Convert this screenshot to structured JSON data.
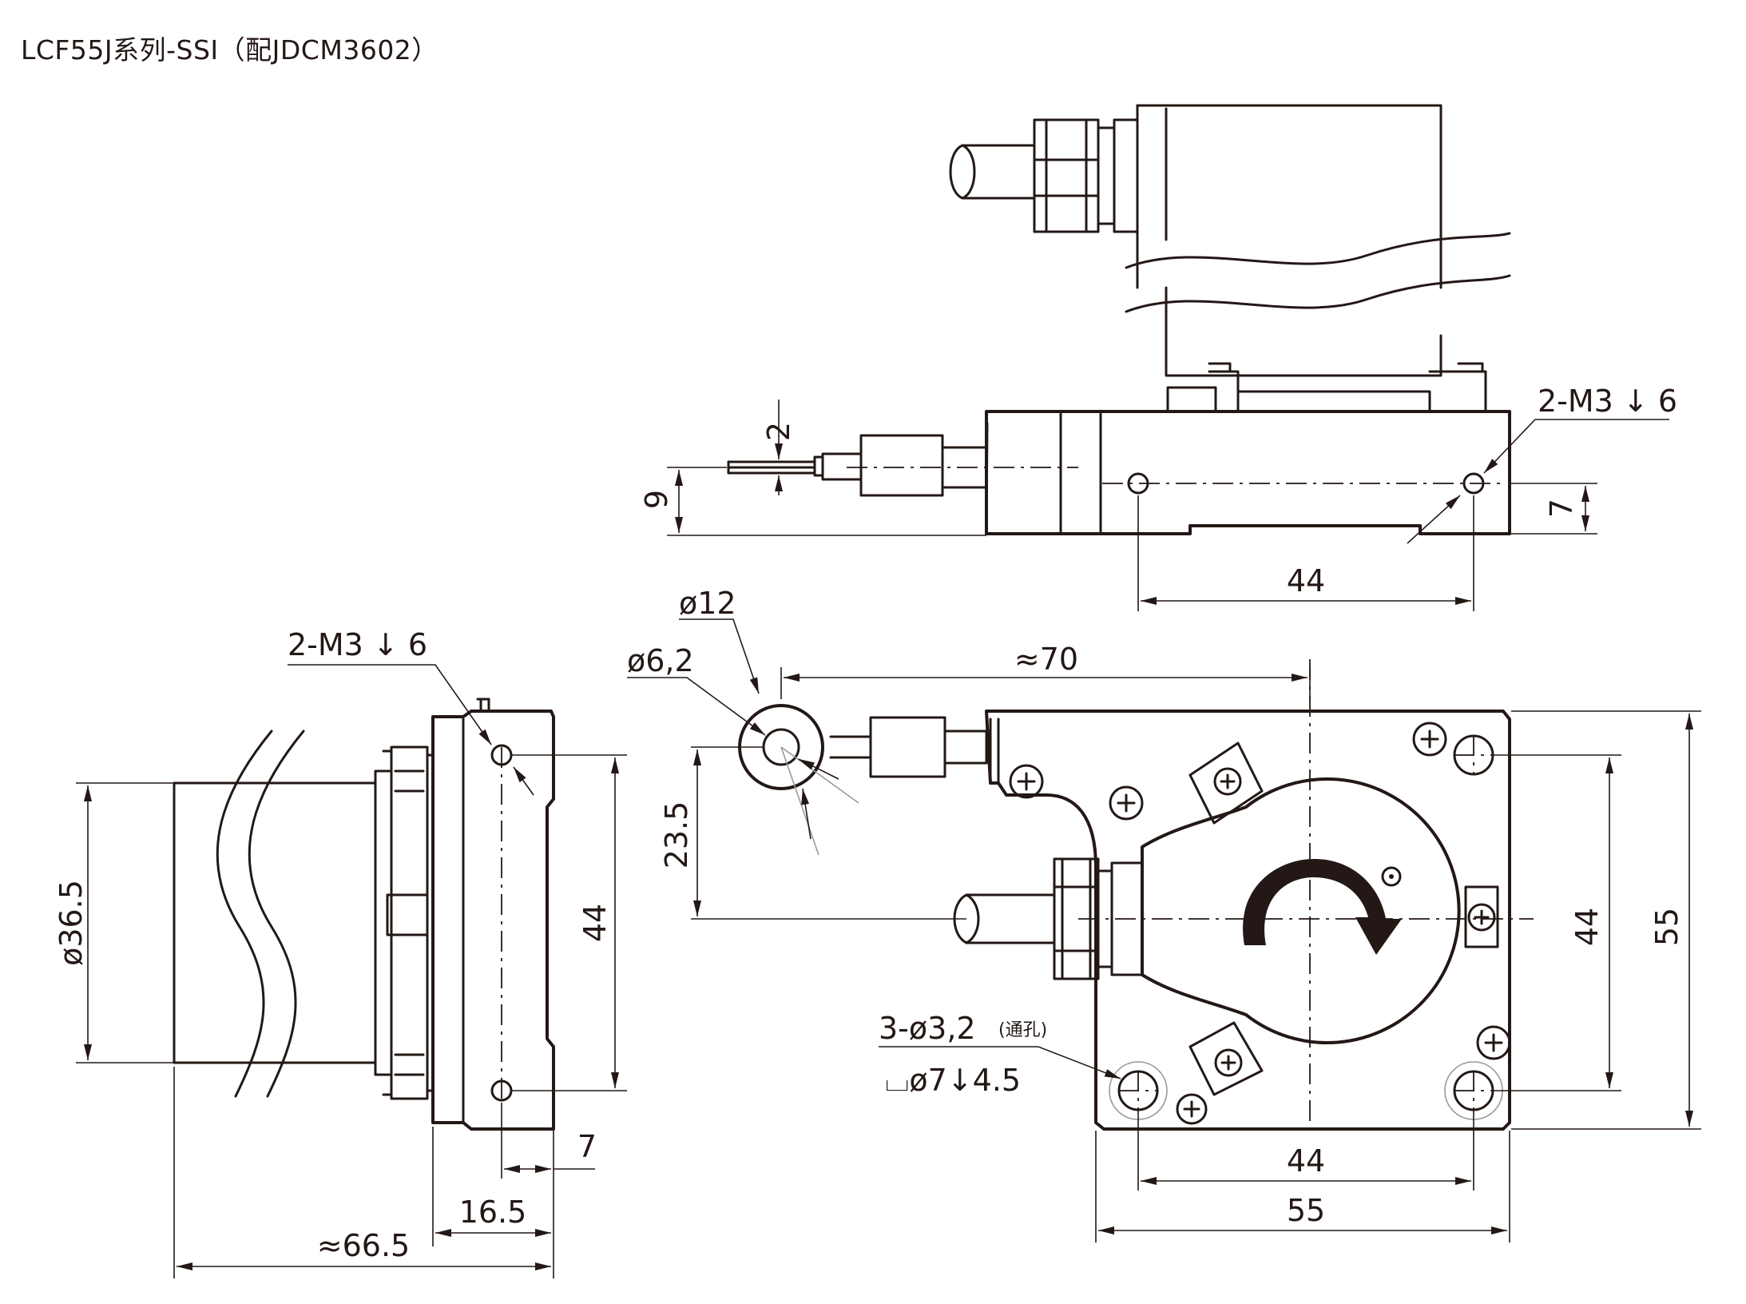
{
  "title": "LCF55J系列-SSI（配JDCM3602）",
  "dims": {
    "top_thread": "2-M3 ↓ 6",
    "top_2": "2",
    "top_9": "9",
    "top_7": "7",
    "top_44": "44",
    "d12": "ø12",
    "d62": "ø6,2",
    "approx70": "≈70",
    "d235": "23.5",
    "front_44v": "44",
    "front_55v": "55",
    "holes": "3-ø3,2",
    "holes_note": "(通孔)",
    "cbore": "⌴ø7↓4.5",
    "front_44h": "44",
    "front_55h": "55",
    "side_thread": "2-M3 ↓ 6",
    "side_d365": "ø36.5",
    "side_44": "44",
    "side_7": "7",
    "side_165": "16.5",
    "side_665": "≈66.5"
  }
}
